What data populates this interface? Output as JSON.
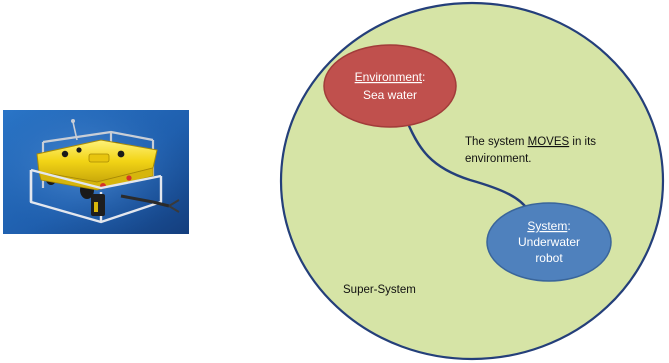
{
  "photo": {
    "subject_icon": "underwater-robot-photo",
    "colors": {
      "background": "#1f5fae",
      "body": "#f2d416",
      "frame": "#c9ced6"
    }
  },
  "diagram": {
    "super_system": {
      "label": "Super-System",
      "fill": "#d6e4a6",
      "stroke": "#243f7a"
    },
    "environment": {
      "title": "Environment",
      "colon": ":",
      "value": "Sea water",
      "fill": "#c0504d",
      "stroke": "#a23c3a",
      "text_color": "#ffffff"
    },
    "system": {
      "title": "System",
      "colon": ":",
      "value_line1": "Underwater",
      "value_line2": "robot",
      "fill": "#4f81bd",
      "stroke": "#3a659a",
      "text_color": "#ffffff"
    },
    "connector": {
      "stroke": "#243f7a"
    },
    "relation_note": {
      "part1": "The system ",
      "emphasis": "MOVES",
      "part2": " in its",
      "line2": "environment."
    }
  }
}
